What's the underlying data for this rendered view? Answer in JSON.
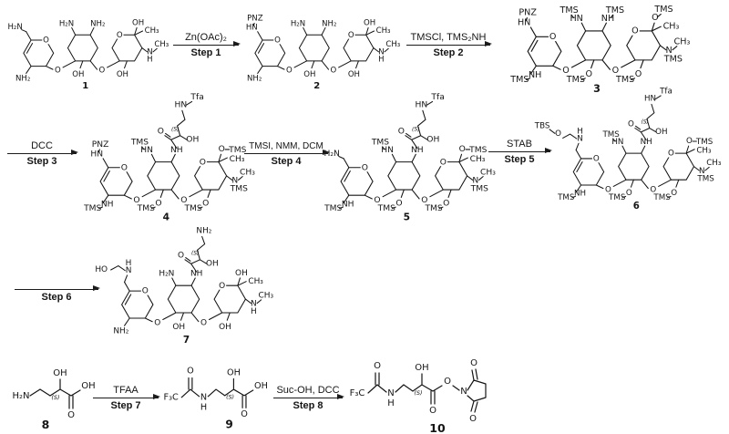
{
  "scheme": {
    "compounds": {
      "c1": {
        "number": "1"
      },
      "c2": {
        "number": "2"
      },
      "c3": {
        "number": "3"
      },
      "c4": {
        "number": "4"
      },
      "c5": {
        "number": "5"
      },
      "c6": {
        "number": "6"
      },
      "c7": {
        "number": "7"
      },
      "c8": {
        "number": "8"
      },
      "c9": {
        "number": "9"
      },
      "c10": {
        "number": "10"
      }
    },
    "arrows": [
      {
        "reagent": "Zn(OAc)₂",
        "step": "Step 1"
      },
      {
        "reagent": "TMSCl, TMS₂NH",
        "step": "Step 2"
      },
      {
        "reagent": "DCC",
        "step": "Step 3"
      },
      {
        "reagent": "TMSI, NMM, DCM",
        "step": "Step 4"
      },
      {
        "reagent": "STAB",
        "step": "Step 5"
      },
      {
        "reagent": "",
        "step": "Step 6"
      },
      {
        "reagent": "TFAA",
        "step": "Step 7"
      },
      {
        "reagent": "Suc-OH, DCC",
        "step": "Step 8"
      }
    ],
    "labels": {
      "h2n": "H₂N",
      "nh2": "NH₂",
      "hn": "HN",
      "nh": "NH",
      "n": "N",
      "h": "H",
      "o": "O",
      "oh": "OH",
      "ho": "HO",
      "ch3": "CH₃",
      "tms": "TMS",
      "pnz": "PNZ",
      "tfa": "Tfa",
      "tbs": "TBS",
      "s": "(S)",
      "f3c": "F₃C"
    },
    "colors": {
      "ink": "#151515",
      "background": "#ffffff"
    }
  }
}
